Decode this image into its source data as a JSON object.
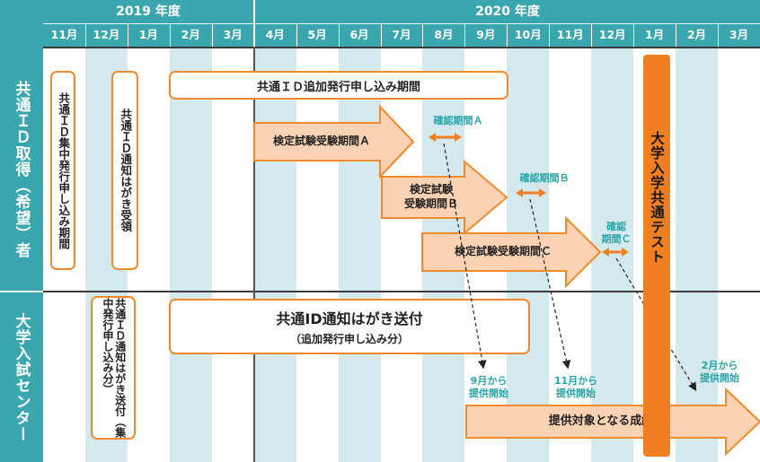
{
  "years": [
    "2019 年度",
    "2020 年度"
  ],
  "months": [
    "11月",
    "12月",
    "1月",
    "2月",
    "3月",
    "4月",
    "5月",
    "6月",
    "7月",
    "8月",
    "9月",
    "10月",
    "11月",
    "12月",
    "1月",
    "2月",
    "3月"
  ],
  "rows": {
    "applicant": "共通ＩＤ取得（希望）者",
    "center": "大学入試センター"
  },
  "boxes": {
    "concentrated_application": "共通ＩＤ集中発行申し込み期間",
    "notice_received": "共通ＩＤ通知はがき受領",
    "additional_application": "共通ＩＤ追加発行申し込み期間",
    "notice_sent_concentrated": "共通ＩＤ通知はがき送付（集中発行申し込み分）",
    "notice_sent_additional_title": "共通ID通知はがき送付",
    "notice_sent_additional_sub": "（追加発行申し込み分）"
  },
  "arrows": {
    "period_a": "検定試験受験期間Ａ",
    "period_b_line1": "検定試験",
    "period_b_line2": "受験期間Ｂ",
    "period_c": "検定試験受験期間Ｃ",
    "results": "提供対象となる成績"
  },
  "confirm": {
    "a": "確認期間Ａ",
    "b": "確認期間Ｂ",
    "c_line1": "確認",
    "c_line2": "期間Ｃ"
  },
  "provision": {
    "sep_line1": "9月から",
    "sep_line2": "提供開始",
    "nov_line1": "11月から",
    "nov_line2": "提供開始",
    "feb_line1": "2月から",
    "feb_line2": "提供開始"
  },
  "exam": "大学入学共通テスト",
  "colors": {
    "teal": "#3aa6ad",
    "stripe": "#d4e9ee",
    "orange": "#f07f22",
    "orange_light": "#fbd3b4",
    "confirm_teal": "#2aa5a6"
  }
}
